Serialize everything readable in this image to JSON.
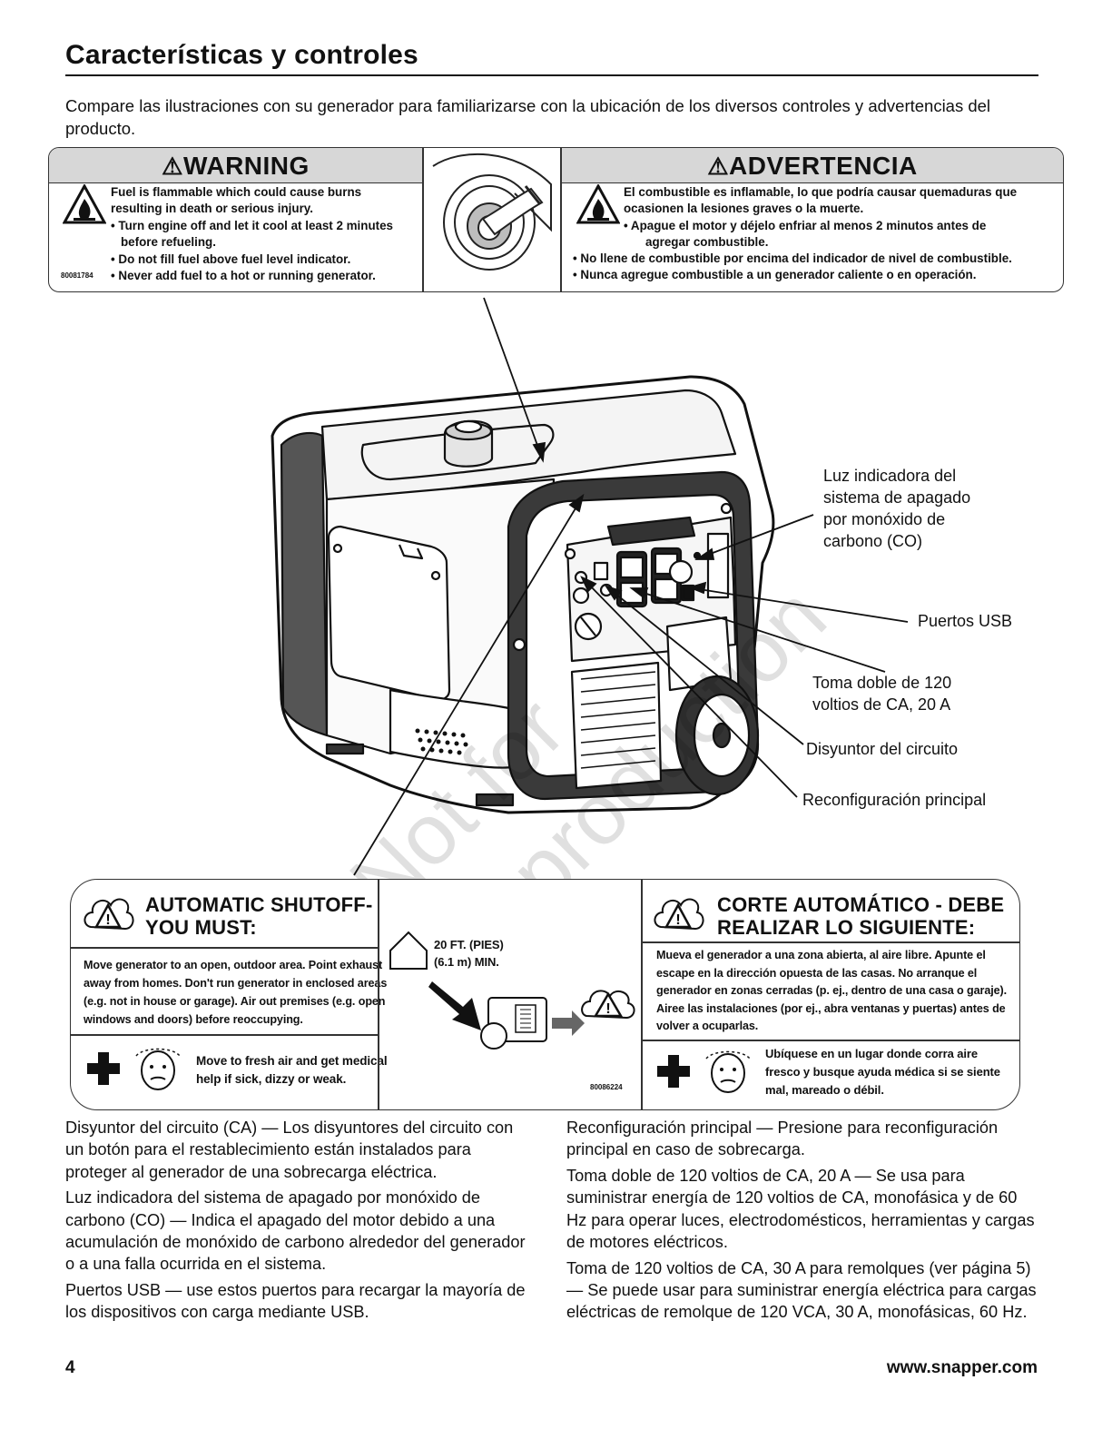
{
  "page": {
    "title": "Características y controles",
    "intro": "Compare las ilustraciones con su generador para familiarizarse con la ubicación de los diversos controles y advertencias del producto."
  },
  "warning_label": {
    "left_header": "WARNING",
    "left_lines": [
      "Fuel is flammable which could cause burns",
      "resulting in death or serious injury.",
      "• Turn engine off and let it cool at least 2 minutes",
      "before refueling.",
      "• Do not fill fuel above fuel level indicator.",
      "• Never add fuel to a hot or running generator."
    ],
    "left_part_number": "80081784",
    "right_header": "ADVERTENCIA",
    "right_lines": [
      "El combustible es inflamable, lo que podría causar quemaduras que",
      "ocasionen la lesiones graves o la muerte.",
      "• Apague el motor y déjelo enfriar al menos 2 minutos antes de",
      "agregar combustible.",
      "• No llene de combustible por encima del indicador de nivel de combustible.",
      "• Nunca agregue combustible a un generador caliente o en operación."
    ]
  },
  "callouts": {
    "co_light": [
      "Luz indicadora del",
      "sistema de apagado",
      "por monóxido de",
      "carbono (CO)"
    ],
    "usb": "Puertos USB",
    "duplex": [
      "Toma doble de 120",
      "voltios de CA, 20 A"
    ],
    "breaker": "Disyuntor del circuito",
    "reset": "Reconfiguración principal"
  },
  "watermark": [
    "Not for",
    "Reproduction"
  ],
  "co_label": {
    "left_title": [
      "AUTOMATIC SHUTOFF-",
      "YOU MUST:"
    ],
    "left_lines": [
      "Move generator to an open, outdoor area. Point exhaust",
      "away from homes. Don't run generator in enclosed areas",
      "(e.g. not in house or garage). Air out premises (e.g. open",
      "windows and doors) before reoccupying."
    ],
    "left_aid": [
      "Move to fresh air and get medical",
      "help if sick, dizzy or weak."
    ],
    "distance": [
      "20 FT. (PIES)",
      "(6.1 m) MIN."
    ],
    "part_number": "80086224",
    "right_title": [
      "CORTE AUTOMÁTICO - DEBE",
      "REALIZAR LO SIGUIENTE:"
    ],
    "right_lines": [
      "Mueva el generador a una zona abierta, al aire libre. Apunte el",
      "escape en la dirección opuesta de las casas. No arranque el",
      "generador en zonas cerradas (p. ej., dentro de una casa o garaje).",
      "Airee las instalaciones (por ej., abra ventanas y puertas) antes de",
      "volver a ocuparlas."
    ],
    "right_aid": [
      "Ubíquese en un lugar donde corra aire",
      "fresco y busque ayuda médica si se siente",
      "mal, mareado o débil."
    ]
  },
  "descriptions": {
    "left": [
      "Disyuntor del circuito (CA) — Los disyuntores del circuito con un botón para el restablecimiento están instalados para proteger al generador de una sobrecarga eléctrica.",
      "Luz indicadora del sistema de apagado por monóxido de carbono (CO) — Indica el apagado del motor debido a una acumulación de monóxido de carbono alrededor del generador o a una falla ocurrida en el sistema.",
      "Puertos USB — use estos puertos para recargar la mayoría de los dispositivos con carga mediante USB."
    ],
    "right": [
      "Reconfiguración principal — Presione para reconfiguración principal en caso de sobrecarga.",
      "Toma doble de 120 voltios de CA, 20 A — Se usa para suministrar energía de 120 voltios de CA, monofásica y de 60 Hz para operar luces, electrodomésticos, herramientas y cargas de motores eléctricos.",
      "Toma de 120 voltios de CA, 30 A para remolques (ver página 5) — Se puede usar para suministrar energía eléctrica para cargas eléctricas de remolque de 120 VCA, 30 A, monofásicas, 60 Hz."
    ]
  },
  "footer": {
    "page_number": "4",
    "website": "www.snapper.com"
  }
}
